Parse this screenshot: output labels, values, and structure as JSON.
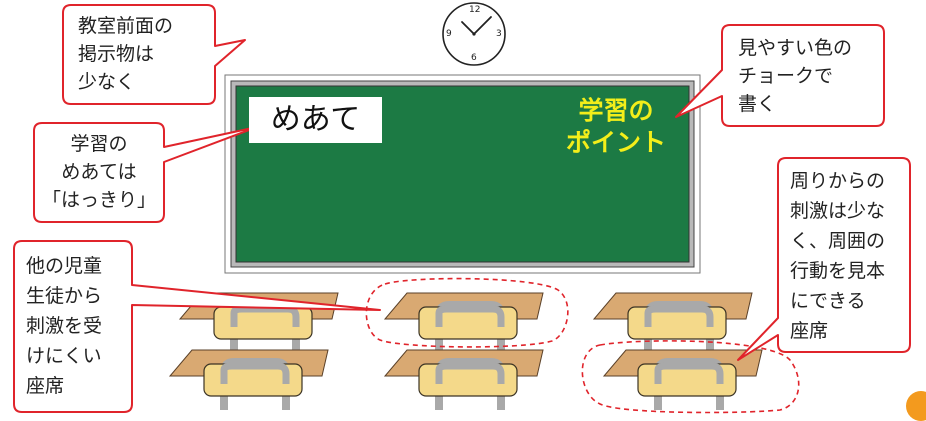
{
  "clock": {
    "n12": "12",
    "n3": "3",
    "n6": "6",
    "n9": "9"
  },
  "board": {
    "meate_label": "めあて",
    "point_line1": "学習の",
    "point_line2": "ポイント"
  },
  "callouts": {
    "front_wall": [
      "教室前面の",
      "掲示物は",
      "少なく"
    ],
    "chalk": [
      "見やすい色の",
      "チョークで",
      "書く"
    ],
    "goal": [
      "学習の",
      "めあては",
      "「はっきり」"
    ],
    "seat_front": [
      "他の児童",
      "生徒から",
      "刺激を受",
      "けにくい",
      "座席"
    ],
    "seat_model": [
      "周りからの",
      "刺激は少な",
      "く、周囲の",
      "行動を見本",
      "にできる",
      "座席"
    ]
  },
  "colors": {
    "callout_border": "#e0242b",
    "board_green": "#1c7a44",
    "board_frame": "#b9b9b9",
    "chalk_yellow": "#f3ee1a",
    "desk_top": "#d9a972",
    "chair_seat": "#f4d98a",
    "chair_frame": "#a9a9a9",
    "accent_orange": "#f39a1e"
  }
}
